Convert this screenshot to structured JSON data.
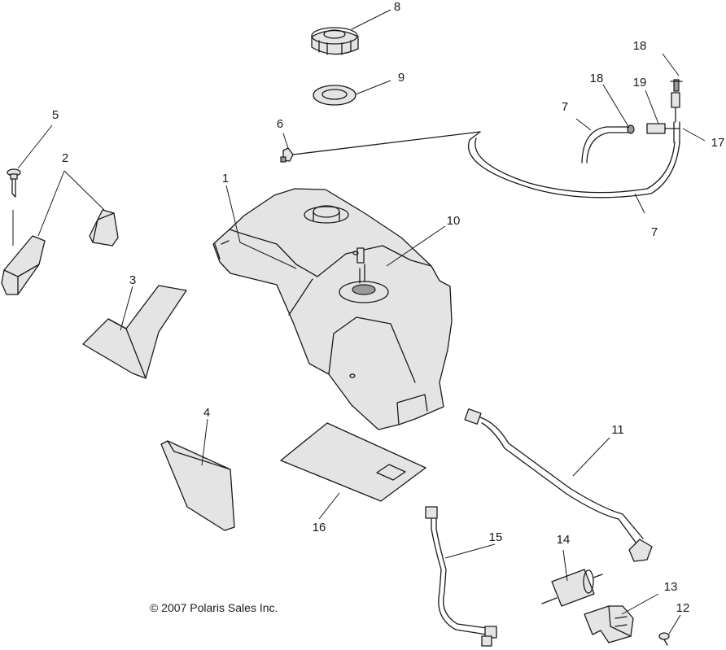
{
  "callouts": {
    "c1": "1",
    "c2": "2",
    "c3": "3",
    "c4": "4",
    "c5": "5",
    "c6": "6",
    "c7a": "7",
    "c7b": "7",
    "c8": "8",
    "c9": "9",
    "c10": "10",
    "c11": "11",
    "c12": "12",
    "c13": "13",
    "c14": "14",
    "c15": "15",
    "c16": "16",
    "c17": "17",
    "c18a": "18",
    "c18b": "18",
    "c19": "19"
  },
  "copyright": "© 2007 Polaris Sales Inc."
}
